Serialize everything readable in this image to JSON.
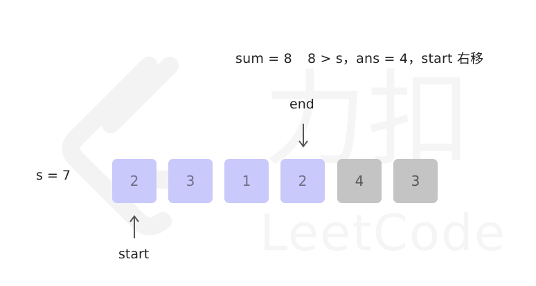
{
  "caption": {
    "sum": "sum = 8",
    "compare": "8 > s，ans = 4，start 右移"
  },
  "target_label": "s = 7",
  "array": [
    {
      "value": "2",
      "state": "active"
    },
    {
      "value": "3",
      "state": "active"
    },
    {
      "value": "1",
      "state": "active"
    },
    {
      "value": "2",
      "state": "active"
    },
    {
      "value": "4",
      "state": "inactive"
    },
    {
      "value": "3",
      "state": "inactive"
    }
  ],
  "pointers": {
    "end": {
      "label": "end",
      "index": 3
    },
    "start": {
      "label": "start",
      "index": 0
    }
  },
  "colors": {
    "active_cell": "#c9c9fb",
    "inactive_cell": "#c4c4c4",
    "text": "#222222",
    "arrow": "#555555"
  },
  "watermark": {
    "text": "LeetCode",
    "cjk": "力扣"
  }
}
